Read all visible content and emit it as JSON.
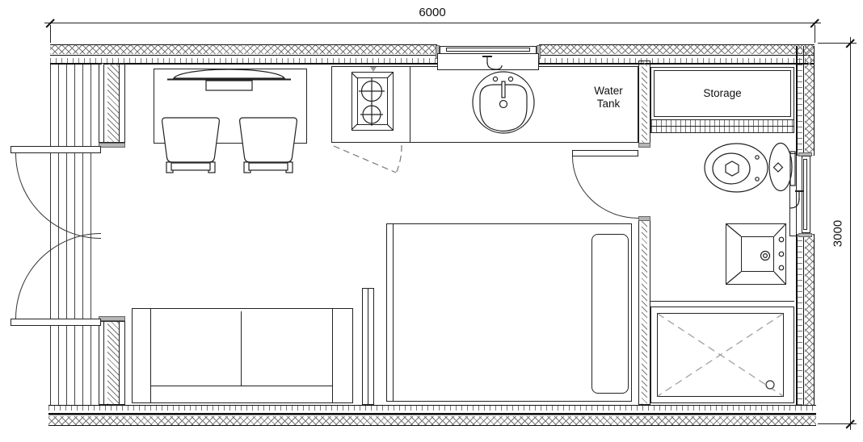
{
  "drawing": {
    "dimensions": {
      "top_width": "6000",
      "right_height": "3000"
    },
    "labels": {
      "water_tank": "Water Tank",
      "storage": "Storage"
    }
  },
  "legend": {
    "fixtures": [
      "dining-table",
      "pendant-lamp",
      "chair",
      "stove",
      "kitchen-sink",
      "water-tank",
      "storage",
      "toilet",
      "bathroom-sink",
      "shower",
      "bed",
      "pillow",
      "sofa",
      "deck",
      "double-doors"
    ]
  },
  "colors": {
    "background": "#ffffff",
    "line": "#222222",
    "wall_core_hatch": "#777777",
    "dashed_marks": "#a6a6a6",
    "jamb_cap": "#b5b5b5"
  }
}
